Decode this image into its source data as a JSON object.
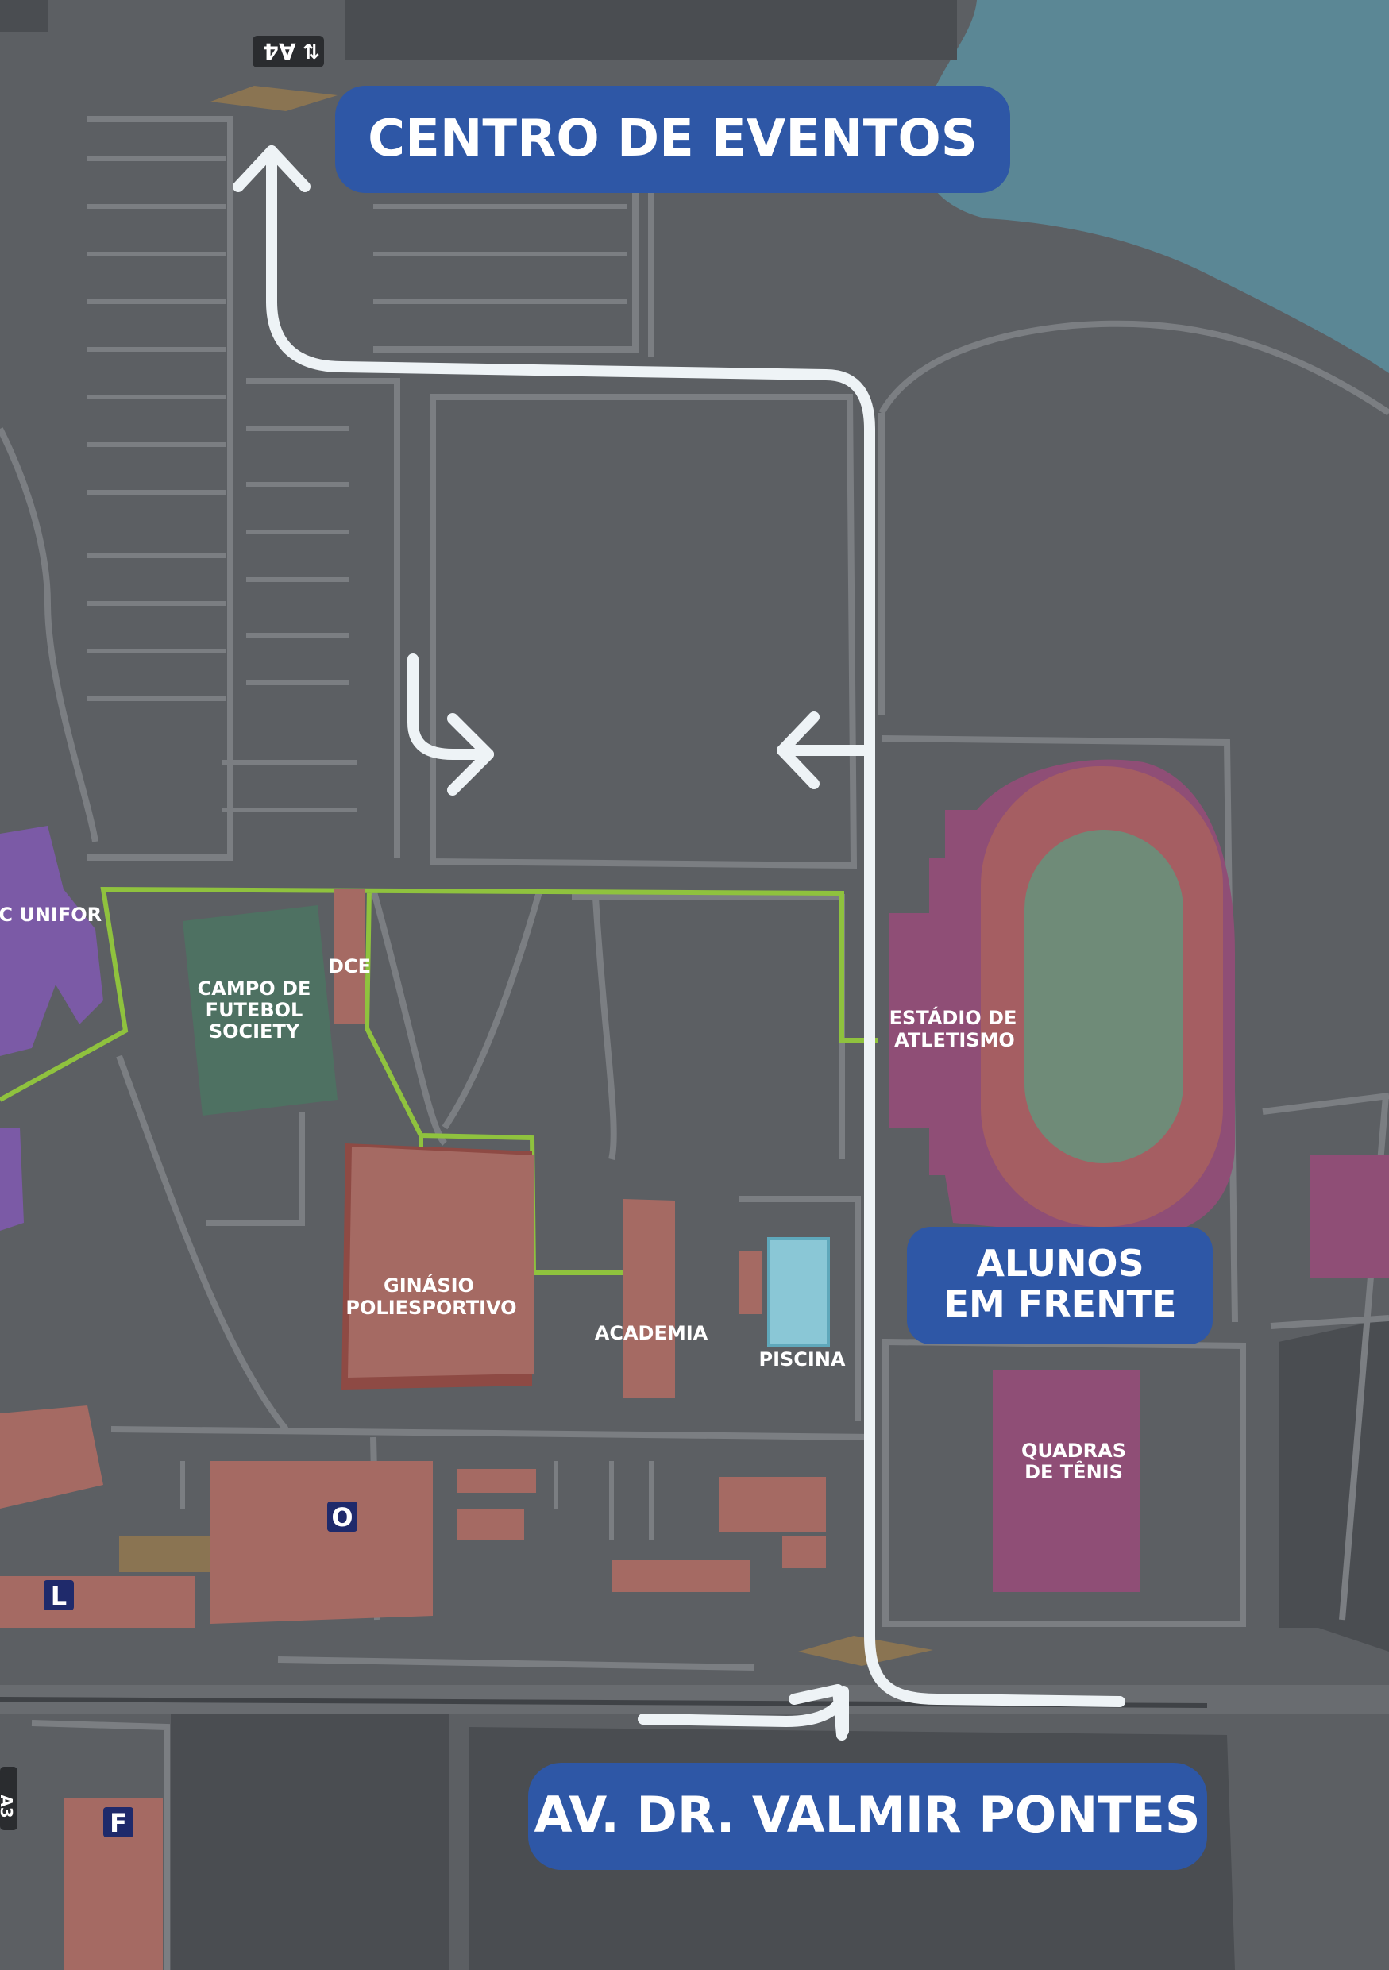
{
  "colors": {
    "background": "#5c5f63",
    "road": "#4a4d51",
    "path": "#7b7e82",
    "water": "#5b8795",
    "building": "#a56a63",
    "building_shadow": "#8e4a44",
    "purple": "#7b5aa6",
    "magenta": "#8f4e76",
    "field": "#4e7162",
    "pool": "#8ac7d6",
    "banner": "#2e57a6",
    "route": "#eef3f6",
    "green_line": "#8fc23e",
    "gate": "#8a7452"
  },
  "banners": {
    "centro_eventos": "CENTRO DE EVENTOS",
    "alunos_line1": "ALUNOS",
    "alunos_line2": "EM FRENTE",
    "avenida": "AV. DR. VALMIR PONTES"
  },
  "labels": {
    "nec_unifor": "NEC UNIFOR",
    "campo_line1": "CAMPO DE",
    "campo_line2": "FUTEBOL",
    "campo_line3": "SOCIETY",
    "dce": "DCE",
    "ginasio_line1": "GINÁSIO",
    "ginasio_line2": "POLIESPORTIVO",
    "academia": "ACADEMIA",
    "piscina": "PISCINA",
    "estadio_line1": "ESTÁDIO DE",
    "estadio_line2": "ATLETISMO",
    "quadras_line1": "QUADRAS",
    "quadras_line2": "DE TÊNIS"
  },
  "block_letters": {
    "o": "O",
    "l": "L",
    "f": "F"
  },
  "gate_signs": {
    "top": "A4",
    "left": "A3"
  },
  "icons": {
    "gate_sign": "two-way-arrow-icon",
    "route_arrow": "arrowhead"
  }
}
